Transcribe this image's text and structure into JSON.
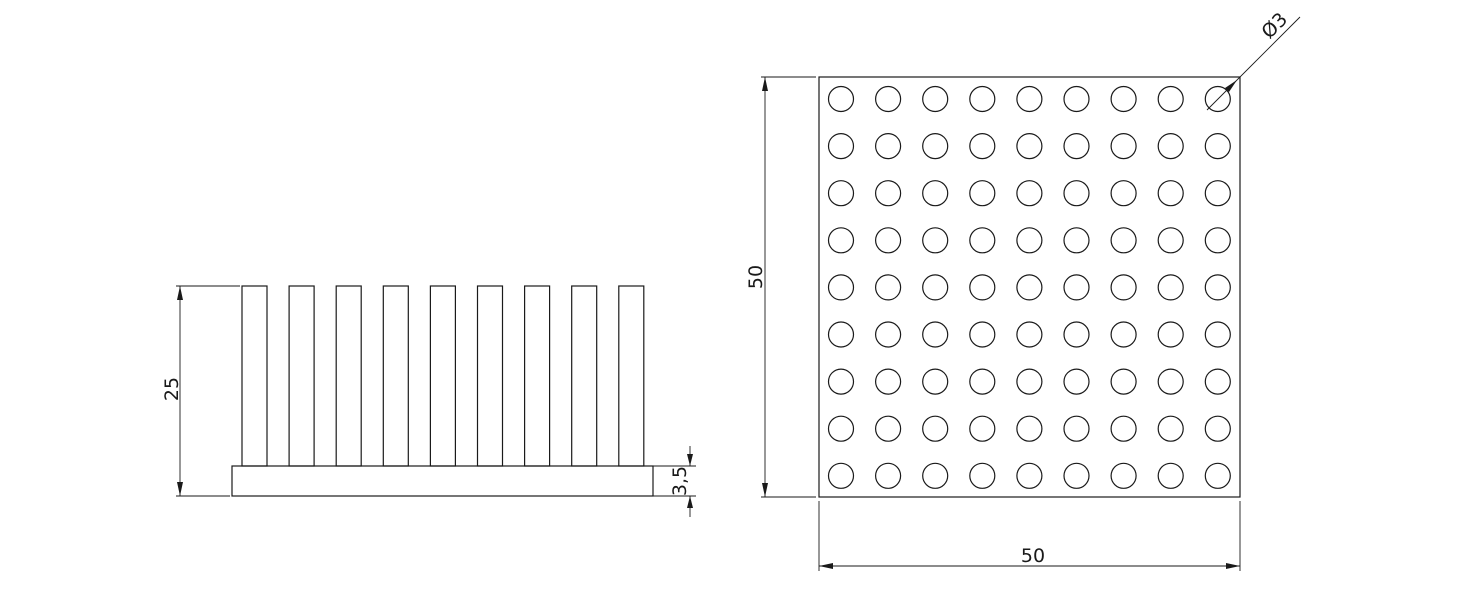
{
  "side_view": {
    "pin_count": 9,
    "height_label": "25",
    "base_thickness_label": "3,5"
  },
  "top_view": {
    "grid_rows": 9,
    "grid_cols": 9,
    "width_label": "50",
    "height_label": "50",
    "pin_diameter_label": "Ø3"
  },
  "colors": {
    "line": "#1a1a1a",
    "background": "#ffffff"
  }
}
